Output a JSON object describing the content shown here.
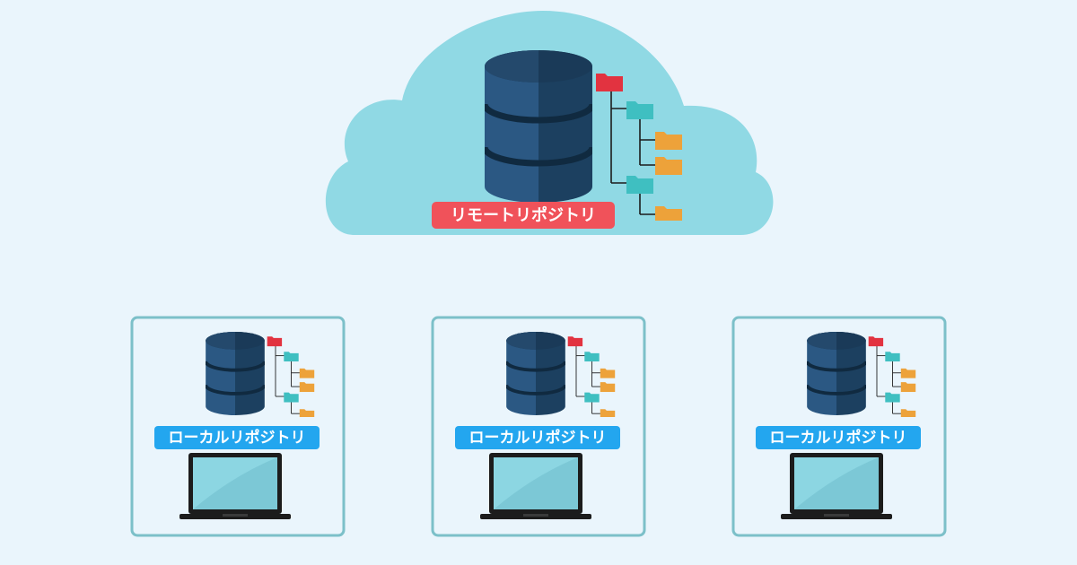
{
  "remote": {
    "label": "リモートリポジトリ"
  },
  "locals": [
    {
      "label": "ローカルリポジトリ"
    },
    {
      "label": "ローカルリポジトリ"
    },
    {
      "label": "ローカルリポジトリ"
    }
  ],
  "colors": {
    "background": "#eaf5fc",
    "cloud": "#90d9e4",
    "box_border": "#7cc0c9",
    "database": "#2b5883",
    "database_dark": "#1c4060",
    "remote_label_bg": "#f0525a",
    "local_label_bg": "#23a6ef",
    "folder_root": "#e23340",
    "folder_mid": "#3fbfc1",
    "folder_leaf": "#eda23a",
    "laptop_body": "#1c1c1c",
    "laptop_screen": "#8cd6e2"
  },
  "icons": [
    "cloud-icon",
    "database-icon",
    "folder-tree-icon",
    "laptop-icon"
  ]
}
